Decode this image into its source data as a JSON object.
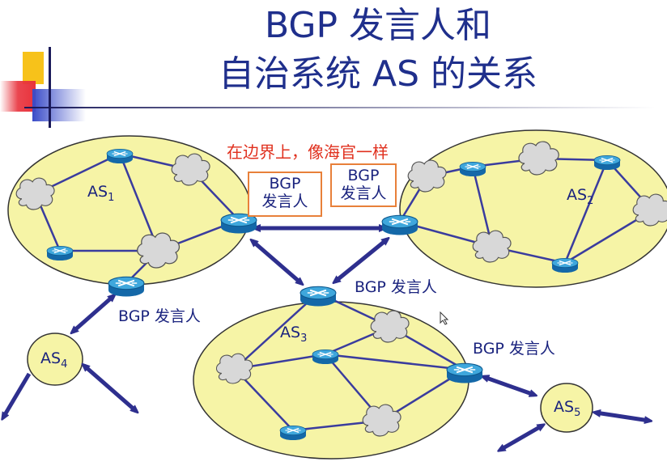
{
  "title": {
    "line1": "BGP 发言人和",
    "line2": "自治系统 AS 的关系"
  },
  "annotation": "在边界上，像海官一样",
  "speaker_box_left": {
    "line1": "BGP",
    "line2": "发言人"
  },
  "speaker_box_right": {
    "line1": "BGP",
    "line2": "发言人"
  },
  "speaker_labels": {
    "center": "BGP 发言人",
    "left": "BGP 发言人",
    "right": "BGP 发言人"
  },
  "as_labels": {
    "as1": {
      "name": "AS",
      "sub": "1"
    },
    "as2": {
      "name": "AS",
      "sub": "2"
    },
    "as3": {
      "name": "AS",
      "sub": "3"
    },
    "as4": {
      "name": "AS",
      "sub": "4"
    },
    "as5": {
      "name": "AS",
      "sub": "5"
    }
  },
  "colors": {
    "title": "#1f2f8c",
    "as_fill": "#f6f4a6",
    "link": "#2e2f8e",
    "router": "#1f8fc8",
    "annotation": "#e0301e",
    "box_border": "#e8803a",
    "deco_yellow": "#f7c21a",
    "deco_red": "#e8323c",
    "deco_blue": "#3a4cc8"
  }
}
